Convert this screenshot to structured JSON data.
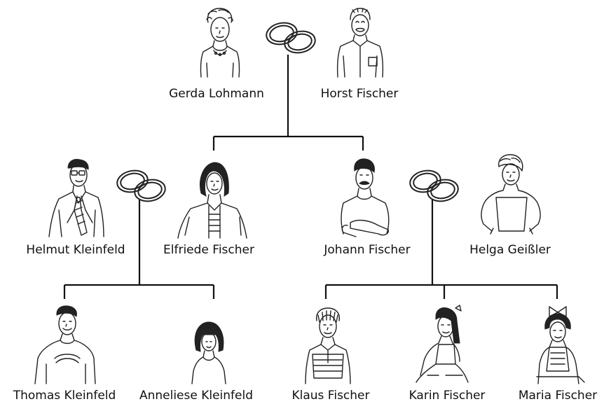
{
  "people": {
    "gerda": "Gerda Lohmann",
    "horst": "Horst Fischer",
    "helmut": "Helmut Kleinfeld",
    "elfriede": "Elfriede Fischer",
    "johann": "Johann Fischer",
    "helga": "Helga Geißler",
    "thomas": "Thomas Kleinfeld",
    "anneliese": "Anneliese Kleinfeld",
    "klaus": "Klaus Fischer",
    "karin": "Karin Fischer",
    "maria": "Maria Fischer"
  },
  "icons": {
    "marriage": "wedding-rings-icon"
  }
}
